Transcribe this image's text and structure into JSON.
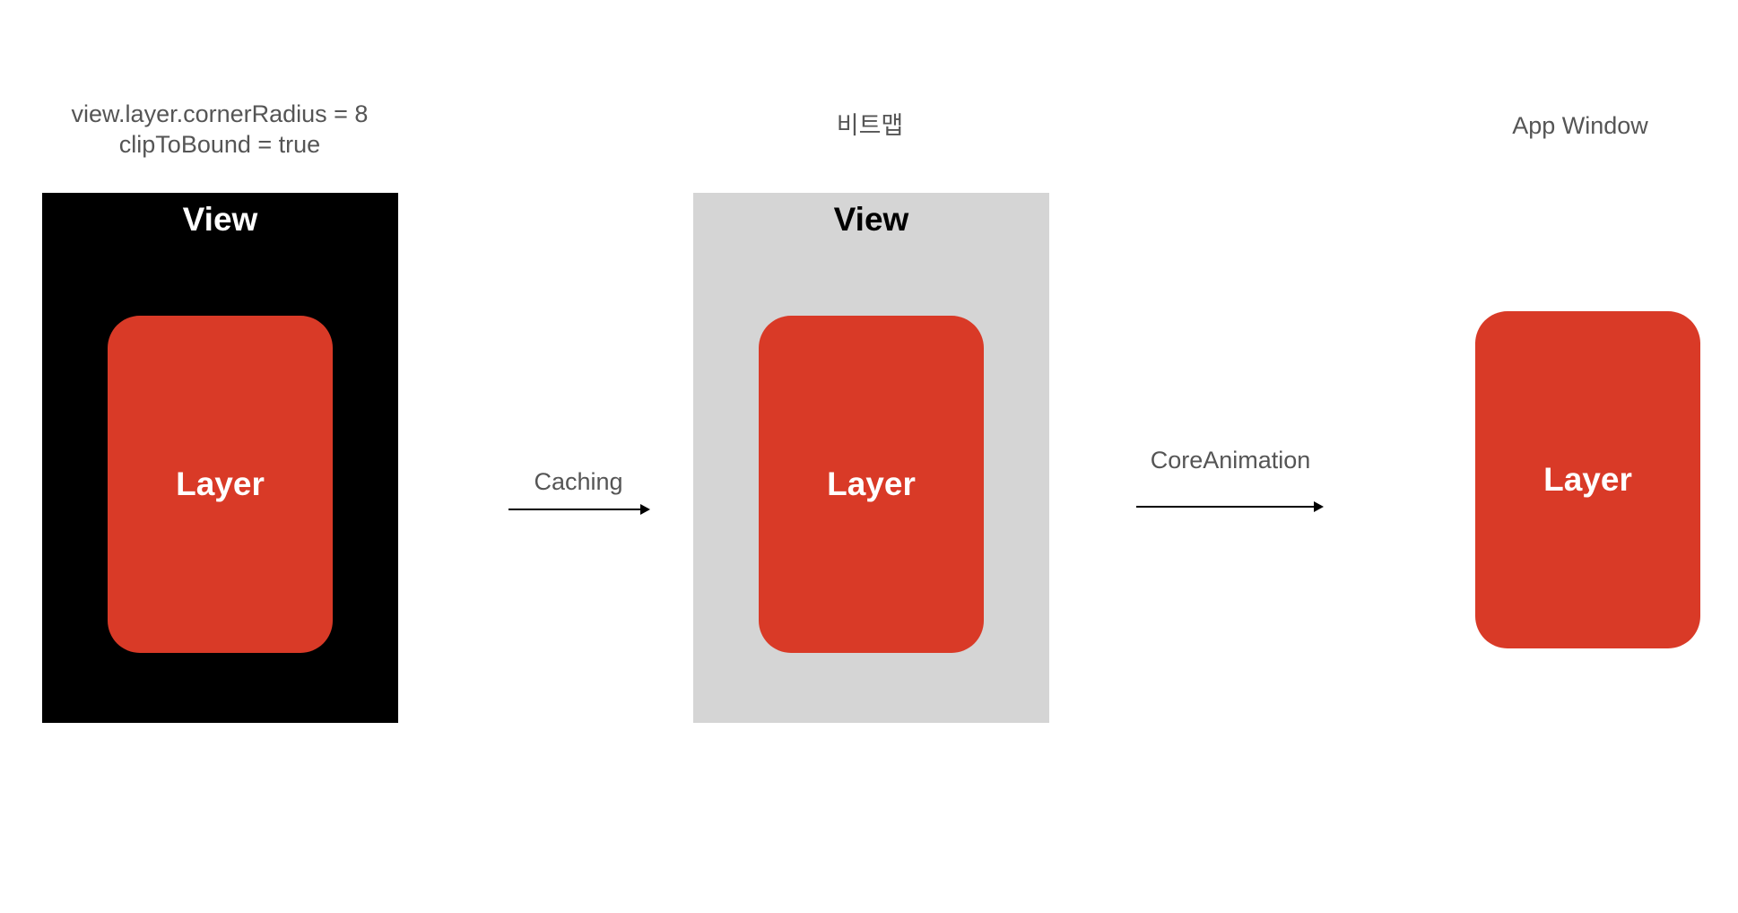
{
  "captions": {
    "code_line1": "view.layer.cornerRadius = 8",
    "code_line2": "clipToBound = true",
    "bitmap": "비트맵",
    "app_window": "App Window"
  },
  "stages": {
    "original": {
      "view_title": "View",
      "layer_label": "Layer"
    },
    "bitmap": {
      "view_title": "View",
      "layer_label": "Layer"
    },
    "window": {
      "layer_label": "Layer"
    }
  },
  "arrows": {
    "caching": "Caching",
    "core_animation": "CoreAnimation"
  },
  "colors": {
    "layer_fill": "#d93a27",
    "original_view_fill": "#000000",
    "bitmap_view_fill": "#d5d5d5",
    "caption_text": "#555555"
  }
}
